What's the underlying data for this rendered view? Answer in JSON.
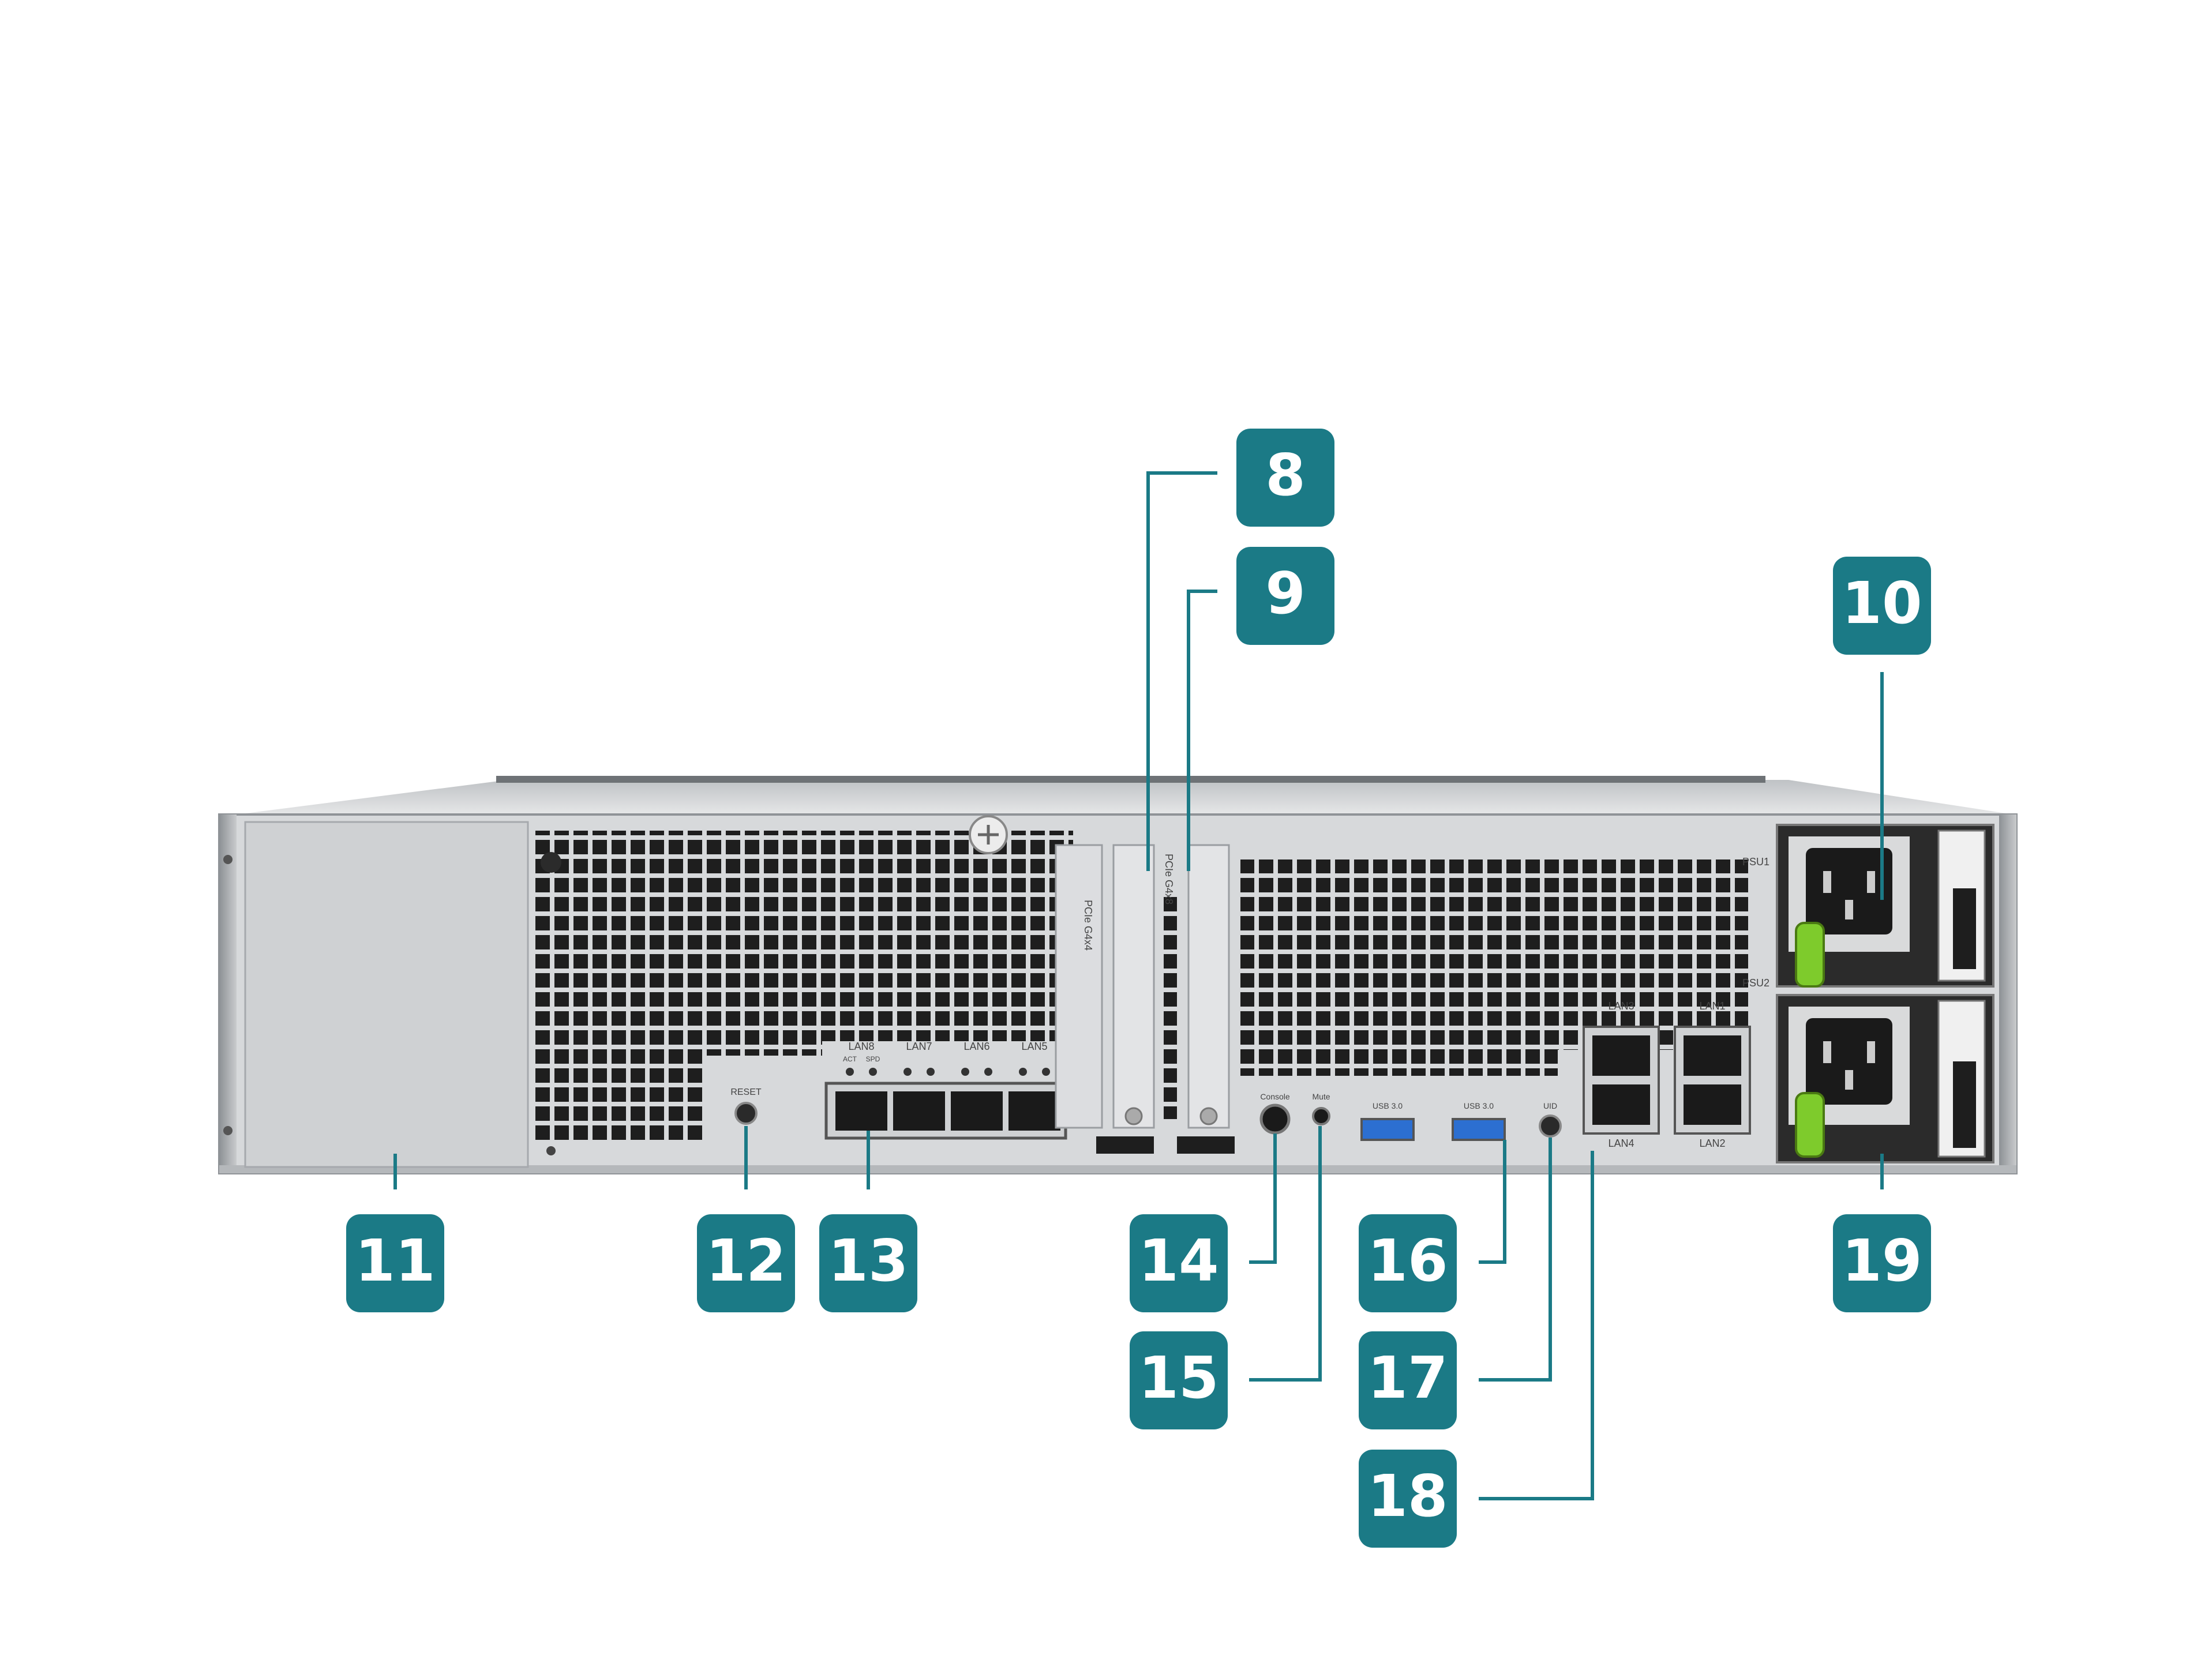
{
  "callouts": {
    "c8": "8",
    "c9": "9",
    "c10": "10",
    "c11": "11",
    "c12": "12",
    "c13": "13",
    "c14": "14",
    "c15": "15",
    "c16": "16",
    "c17": "17",
    "c18": "18",
    "c19": "19"
  },
  "panel_labels": {
    "lan8": "LAN8",
    "lan7": "LAN7",
    "lan6": "LAN6",
    "lan5": "LAN5",
    "act": "ACT",
    "spd": "SPD",
    "reset": "RESET",
    "pcie_left": "PCIe  G4x4",
    "pcie_right": "PCIe  G4x8",
    "console": "Console",
    "mute": "Mute",
    "usb": "USB 3.0",
    "uid": "UID",
    "lan1": "LAN1",
    "lan2": "LAN2",
    "lan3": "LAN3",
    "lan4": "LAN4",
    "psu1": "PSU1",
    "psu2": "PSU2"
  },
  "colors": {
    "callout": "#1b7a86",
    "leader": "#1b7a86",
    "chassis": "#d4d6d8",
    "chassis_dark": "#9ea2a6",
    "vent": "#1e1e1e",
    "psu_latch": "#7ecb2c"
  }
}
